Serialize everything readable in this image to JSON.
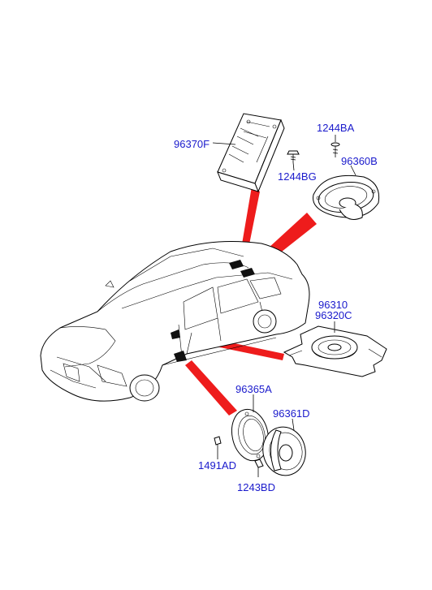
{
  "part_labels": {
    "amplifier": "96370F",
    "screw_amp": "1244BG",
    "screw_rear": "1244BA",
    "rear_speaker": "96360B",
    "woofer_a": "96310",
    "woofer_b": "96320C",
    "bracket": "96365A",
    "front_speaker": "96361D",
    "clip": "1491AD",
    "screw_front": "1243BD"
  },
  "colors": {
    "label": "#1a1acc",
    "callout_wedge": "#ee1c1c",
    "line": "#000000"
  }
}
